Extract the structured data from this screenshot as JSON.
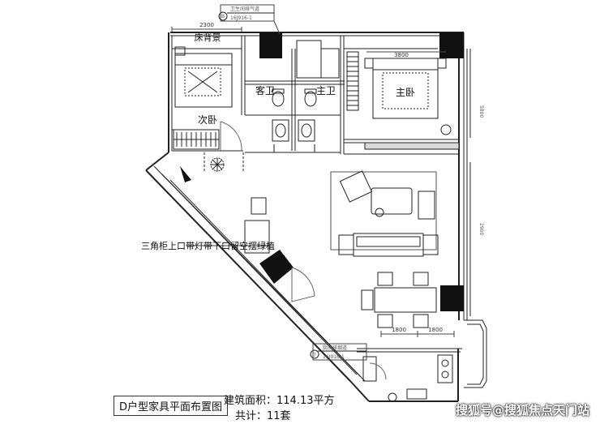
{
  "plan": {
    "title": "D户型家具平面布置图",
    "area_text": "建筑面积：114.13平方",
    "count_text": "共计：11套",
    "watermark": "搜狐号@搜狐焦点天门站",
    "rooms": {
      "bed_background": "床背景",
      "second_bedroom": "次卧",
      "guest_bath": "客卫",
      "master_bath": "主卫",
      "master_bedroom": "主卧",
      "corner_cabinet_note": "三角柜上口带灯带下口留空摆绿植"
    },
    "dimensions": {
      "bed_wall_width": "2300",
      "master_width": "3800",
      "dim_a": "1800",
      "dim_b": "1800",
      "right_dim_1": "5800",
      "right_dim_2": "2900"
    },
    "callouts": {
      "top_callout_line1": "卫生间排气道",
      "top_callout_line2": "16J916-1",
      "top_callout_marker": "B",
      "bottom_callout_line1": "厨房排烟道",
      "bottom_callout_line2": "16J916-1",
      "bottom_callout_marker": "7"
    }
  }
}
